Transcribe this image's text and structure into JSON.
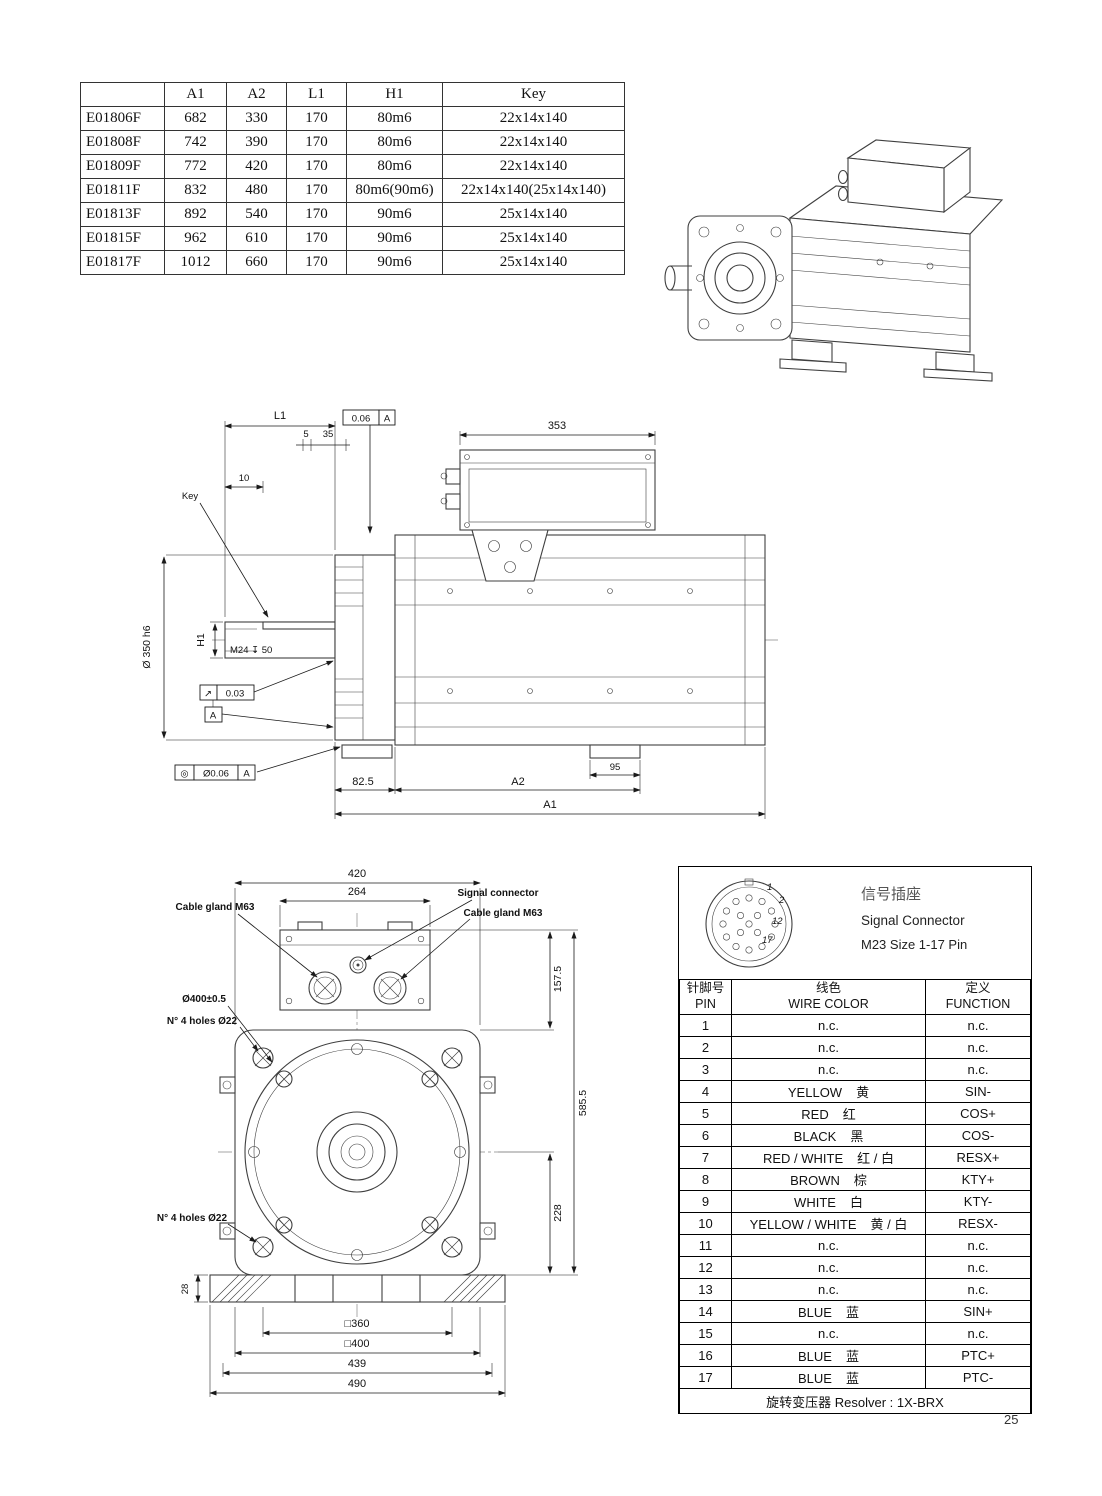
{
  "page": {
    "number": "25"
  },
  "dim_table": {
    "headers": [
      "",
      "A1",
      "A2",
      "L1",
      "H1",
      "Key"
    ],
    "rows": [
      [
        "E01806F",
        "682",
        "330",
        "170",
        "80m6",
        "22x14x140"
      ],
      [
        "E01808F",
        "742",
        "390",
        "170",
        "80m6",
        "22x14x140"
      ],
      [
        "E01809F",
        "772",
        "420",
        "170",
        "80m6",
        "22x14x140"
      ],
      [
        "E01811F",
        "832",
        "480",
        "170",
        "80m6(90m6)",
        "22x14x140(25x14x140)"
      ],
      [
        "E01813F",
        "892",
        "540",
        "170",
        "90m6",
        "25x14x140"
      ],
      [
        "E01815F",
        "962",
        "610",
        "170",
        "90m6",
        "25x14x140"
      ],
      [
        "E01817F",
        "1012",
        "660",
        "170",
        "90m6",
        "25x14x140"
      ]
    ]
  },
  "side_view": {
    "dim_l1": "L1",
    "tol_top": {
      "value": "0.06",
      "datum": "A"
    },
    "dim_5": "5",
    "dim_35": "35",
    "dim_353": "353",
    "dim_10": "10",
    "label_key": "Key",
    "label_shaft_dia": "Ø 350 h6",
    "label_h1": "H1",
    "label_m24": "M24 ↧ 50",
    "tol_runout": {
      "symbol": "↗",
      "value": "0.03"
    },
    "datum_a": "A",
    "tol_bottom": {
      "symbol": "◎",
      "value": "Ø0.06",
      "datum": "A"
    },
    "dim_82_5": "82.5",
    "dim_a2": "A2",
    "dim_95": "95",
    "dim_a1": "A1"
  },
  "front_view": {
    "dim_420": "420",
    "dim_264": "264",
    "label_gland_left": "Cable gland M63",
    "label_signal": "Signal connector",
    "label_gland_right": "Cable gland M63",
    "label_dia_400": "Ø400±0.5",
    "label_holes_top": "N° 4 holes Ø22",
    "label_holes_bottom": "N° 4 holes Ø22",
    "dim_157_5": "157.5",
    "dim_585_5": "585.5",
    "dim_228": "228",
    "dim_28": "28",
    "dim_sq360": "□360",
    "dim_sq400": "□400",
    "dim_439": "439",
    "dim_490": "490"
  },
  "connector": {
    "title_cn": "信号插座",
    "title_en": "Signal Connector",
    "subtitle": "M23 Size 1-17 Pin",
    "pin_callouts": [
      "1",
      "2",
      "12",
      "17"
    ],
    "columns": [
      {
        "cn": "针脚号",
        "en": "PIN"
      },
      {
        "cn": "线色",
        "en": "WIRE COLOR"
      },
      {
        "cn": "定义",
        "en": "FUNCTION"
      }
    ],
    "rows": [
      {
        "pin": "1",
        "color_en": "n.c.",
        "color_cn": "",
        "function": "n.c."
      },
      {
        "pin": "2",
        "color_en": "n.c.",
        "color_cn": "",
        "function": "n.c."
      },
      {
        "pin": "3",
        "color_en": "n.c.",
        "color_cn": "",
        "function": "n.c."
      },
      {
        "pin": "4",
        "color_en": "YELLOW",
        "color_cn": "黄",
        "function": "SIN-"
      },
      {
        "pin": "5",
        "color_en": "RED",
        "color_cn": "红",
        "function": "COS+"
      },
      {
        "pin": "6",
        "color_en": "BLACK",
        "color_cn": "黑",
        "function": "COS-"
      },
      {
        "pin": "7",
        "color_en": "RED / WHITE",
        "color_cn": "红 / 白",
        "function": "RESX+"
      },
      {
        "pin": "8",
        "color_en": "BROWN",
        "color_cn": "棕",
        "function": "KTY+"
      },
      {
        "pin": "9",
        "color_en": "WHITE",
        "color_cn": "白",
        "function": "KTY-"
      },
      {
        "pin": "10",
        "color_en": "YELLOW / WHITE",
        "color_cn": "黄 / 白",
        "function": "RESX-"
      },
      {
        "pin": "11",
        "color_en": "n.c.",
        "color_cn": "",
        "function": "n.c."
      },
      {
        "pin": "12",
        "color_en": "n.c.",
        "color_cn": "",
        "function": "n.c."
      },
      {
        "pin": "13",
        "color_en": "n.c.",
        "color_cn": "",
        "function": "n.c."
      },
      {
        "pin": "14",
        "color_en": "BLUE",
        "color_cn": "蓝",
        "function": "SIN+"
      },
      {
        "pin": "15",
        "color_en": "n.c.",
        "color_cn": "",
        "function": "n.c."
      },
      {
        "pin": "16",
        "color_en": "BLUE",
        "color_cn": "蓝",
        "function": "PTC+"
      },
      {
        "pin": "17",
        "color_en": "BLUE",
        "color_cn": "蓝",
        "function": "PTC-"
      }
    ],
    "footer": "旋转变压器 Resolver : 1X-BRX"
  }
}
